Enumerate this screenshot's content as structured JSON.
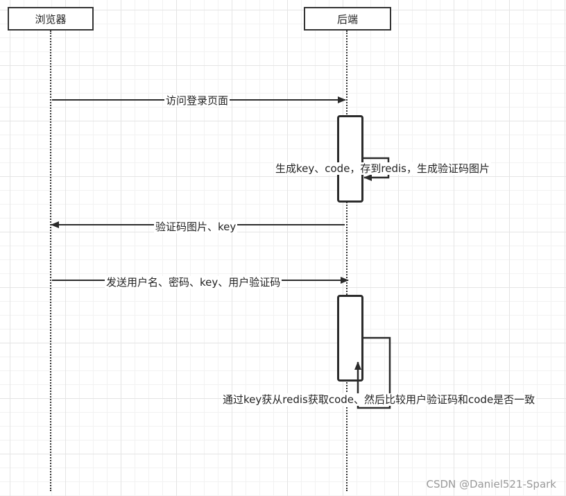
{
  "actors": {
    "browser": "浏览器",
    "backend": "后端"
  },
  "messages": [
    {
      "text": "访问登录页面"
    },
    {
      "text": "生成key、code，存到redis，生成验证码图片"
    },
    {
      "text": "验证码图片、key"
    },
    {
      "text": "发送用户名、密码、key、用户验证码"
    },
    {
      "text": "通过key获从redis获取code、然后比较用户验证码和code是否一致"
    }
  ],
  "watermark": "CSDN @Daniel521-Spark"
}
